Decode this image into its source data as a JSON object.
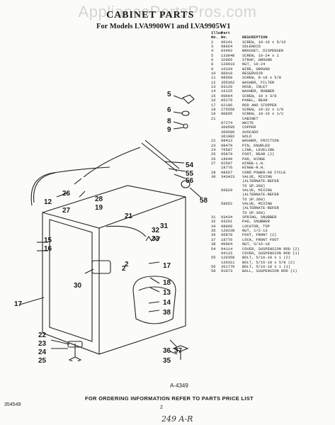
{
  "watermark": "AppliancePartsPros.com",
  "title": "CABINET PARTS",
  "subtitle": "For Models LVA9900W1 and LVA9905W1",
  "table": {
    "col_illus": "Illus\nNo.",
    "col_part": "Part\nNo.",
    "col_desc": "DESCRIPTION",
    "rows": [
      {
        "illus": "2",
        "part": "96141",
        "desc": "SCREW, 10-16 x 5/16"
      },
      {
        "illus": "3",
        "part": "98664",
        "desc": "SOLENOID"
      },
      {
        "illus": "4",
        "part": "93492",
        "desc": "BRACKET, DISPENSER"
      },
      {
        "illus": "5",
        "part": "133848",
        "desc": "SCREW, 10-24 x 1"
      },
      {
        "illus": "6",
        "part": "32965",
        "desc": "STRAP, GROUND"
      },
      {
        "illus": "8",
        "part": "120619",
        "desc": "NUT, 10-24"
      },
      {
        "illus": "9",
        "part": "16334",
        "desc": "WIRE, GROUND"
      },
      {
        "illus": "10",
        "part": "90918",
        "desc": "RESERVOIR"
      },
      {
        "illus": "11",
        "part": "98568",
        "desc": "SCREW, 8-18 x 5/8"
      },
      {
        "illus": "12",
        "part": "355362",
        "desc": "WASHER, FILTER"
      },
      {
        "illus": "13",
        "part": "93120",
        "desc": "HOSE, INLET"
      },
      {
        "illus": "14",
        "part": "16125",
        "desc": "WASHER, RUBBER"
      },
      {
        "illus": "15",
        "part": "90664",
        "desc": "SCREW, 10 x 3/8"
      },
      {
        "illus": "16",
        "part": "85279",
        "desc": "PANEL, REAR"
      },
      {
        "illus": "17",
        "part": "62106",
        "desc": "ROD AND STOPPER"
      },
      {
        "illus": "18",
        "part": "275556",
        "desc": "SCREW, 10-32 x 1/8"
      },
      {
        "illus": "19",
        "part": "90605",
        "desc": "SCREW, 10-16 x 1/2"
      },
      {
        "illus": "21",
        "part": "",
        "desc": "CABINET"
      },
      {
        "illus": "",
        "part": "87274",
        "desc": "WHITE"
      },
      {
        "illus": "",
        "part": "360505",
        "desc": "COPPER"
      },
      {
        "illus": "",
        "part": "360506",
        "desc": "AVOCADO"
      },
      {
        "illus": "",
        "part": "361082",
        "desc": "GOLD"
      },
      {
        "illus": "22",
        "part": "98413",
        "desc": "WASHER, FRICTION"
      },
      {
        "illus": "23",
        "part": "98479",
        "desc": "PIN, KNURLED"
      },
      {
        "illus": "24",
        "part": "76587",
        "desc": "LINK, LEVELING"
      },
      {
        "illus": "25",
        "part": "95879",
        "desc": "FOOT, REAR (2)"
      },
      {
        "illus": "26",
        "part": "18649",
        "desc": "PAD, HINGE"
      },
      {
        "illus": "27",
        "part": "92597",
        "desc": "HINGE-L.H."
      },
      {
        "illus": "",
        "part": "18776",
        "desc": "HINGE-R.H."
      },
      {
        "illus": "28",
        "part": "98667",
        "desc": "CORD POWER-60 CYCLE"
      },
      {
        "illus": "30",
        "part": "343423",
        "desc": "VALVE, MIXING"
      },
      {
        "illus": "",
        "part": "",
        "desc": "(ALTERNATE-REFER"
      },
      {
        "illus": "",
        "part": "",
        "desc": "TO SP.360)"
      },
      {
        "illus": "",
        "part": "66829",
        "desc": "VALVE, MIXING"
      },
      {
        "illus": "",
        "part": "",
        "desc": "(ALTERNATE-REFER"
      },
      {
        "illus": "",
        "part": "",
        "desc": "TO SP.360)"
      },
      {
        "illus": "",
        "part": "58652",
        "desc": "VALVE, MIXING"
      },
      {
        "illus": "",
        "part": "",
        "desc": "(ALTERNATE-REFER"
      },
      {
        "illus": "",
        "part": "",
        "desc": "TO SP.360)"
      },
      {
        "illus": "31",
        "part": "93434",
        "desc": "SPRING, SNUBBER"
      },
      {
        "illus": "32",
        "part": "93261",
        "desc": "PAD, SNUBBER"
      },
      {
        "illus": "34",
        "part": "98960",
        "desc": "LOCATOR, TOP"
      },
      {
        "illus": "35",
        "part": "120238",
        "desc": "NUT, 1/2-13"
      },
      {
        "illus": "36",
        "part": "95878",
        "desc": "FOOT, FRONT (2)"
      },
      {
        "illus": "37",
        "part": "18776",
        "desc": "LOCK, FRONT FOOT"
      },
      {
        "illus": "38",
        "part": "90964",
        "desc": "NUT, 5/16-18"
      },
      {
        "illus": "54",
        "part": "94114",
        "desc": "COVER, SUSPENSION ROD (2)"
      },
      {
        "illus": "",
        "part": "94115",
        "desc": "COVER, SUSPENSION ROD (1)"
      },
      {
        "illus": "55",
        "part": "120358",
        "desc": "BOLT, 5/16-18 x 1 (2)"
      },
      {
        "illus": "",
        "part": "120311",
        "desc": "BOLT, 5/16-18 x 5/8 (2)"
      },
      {
        "illus": "56",
        "part": "351770",
        "desc": "BOLT, 5/16-18 x 1 (1)"
      },
      {
        "illus": "58",
        "part": "91073",
        "desc": "BALL, SUSPENSION ROD (1)"
      }
    ]
  },
  "diagram_code": "A-4349",
  "footer": "FOR ORDERING INFORMATION REFER TO PARTS PRICE LIST",
  "doc_code": "354549",
  "page_number": "2",
  "handwritten": "249 A-R",
  "callouts": {
    "c5": "5",
    "c6": "6",
    "c8": "8",
    "c9": "9",
    "c54": "54",
    "c55": "55",
    "c56": "56",
    "c58": "58",
    "c26": "26",
    "c28": "28",
    "c19": "19",
    "c12": "12",
    "c27": "27",
    "c21": "21",
    "c2a": "2",
    "c31": "31",
    "c32": "32",
    "c33": "33",
    "c15": "15",
    "c16": "16",
    "c2b": "2",
    "c30": "30",
    "c17a": "17",
    "c18": "18",
    "c13": "13",
    "c14": "14",
    "c38": "38",
    "c22": "22",
    "c23": "23",
    "c24": "24",
    "c25": "25",
    "c17b": "17",
    "c36": "36",
    "c37": "37",
    "c35": "35"
  }
}
